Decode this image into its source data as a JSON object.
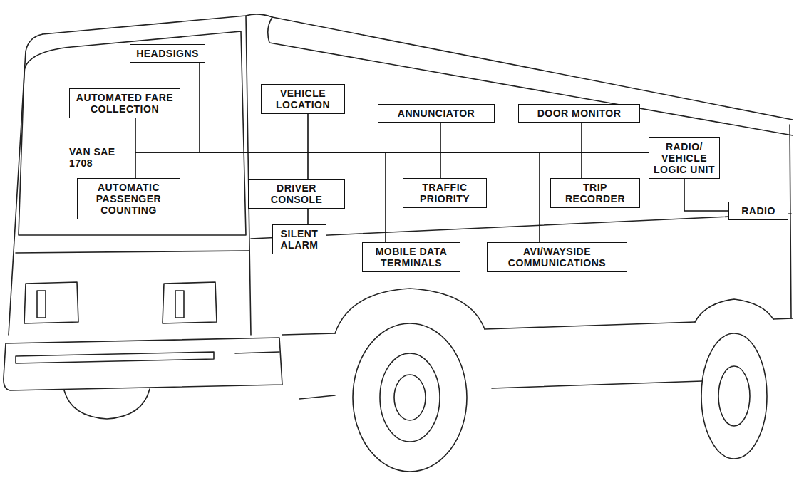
{
  "diagram": {
    "nodes": [
      {
        "text": [
          "HEADSIGNS"
        ]
      },
      {
        "text": [
          "AUTOMATED FARE COLLECTION"
        ]
      },
      {
        "text": [
          "AUTOMATIC PASSENGER COUNTING"
        ]
      },
      {
        "text": [
          "VEHICLE LOCATION"
        ]
      },
      {
        "text": [
          "DRIVER CONSOLE"
        ]
      },
      {
        "text": [
          "SILENT ALARM"
        ]
      },
      {
        "text": [
          "MOBILE DATA TERMINALS"
        ]
      },
      {
        "text": [
          "ANNUNCIATOR"
        ]
      },
      {
        "text": [
          "TRAFFIC PRIORITY"
        ]
      },
      {
        "text": [
          "DOOR MONITOR"
        ]
      },
      {
        "text": [
          "TRIP RECORDER"
        ]
      },
      {
        "text": [
          "AVI/WAYSIDE COMMUNICATIONS"
        ]
      },
      {
        "text": [
          "RADIO/ VEHICLE LOGIC UNIT"
        ]
      },
      {
        "text": [
          "RADIO"
        ]
      }
    ],
    "edges": [
      {
        "from": 0,
        "to": 12,
        "arrow": "none"
      },
      {
        "from": 1,
        "to": 12,
        "arrow": "none"
      },
      {
        "from": 2,
        "to": 12,
        "arrow": "none"
      },
      {
        "from": 3,
        "to": 12,
        "arrow": "none"
      },
      {
        "from": 4,
        "to": 12,
        "arrow": "none"
      },
      {
        "from": 4,
        "to": 5,
        "arrow": "none"
      },
      {
        "from": 6,
        "to": 12,
        "arrow": "none"
      },
      {
        "from": 7,
        "to": 12,
        "arrow": "none"
      },
      {
        "from": 8,
        "to": 12,
        "arrow": "none"
      },
      {
        "from": 9,
        "to": 12,
        "arrow": "none"
      },
      {
        "from": 10,
        "to": 12,
        "arrow": "none"
      },
      {
        "from": 11,
        "to": 12,
        "arrow": "none"
      },
      {
        "from": 12,
        "to": 13,
        "arrow": "none"
      }
    ],
    "labels": [
      "VAN SAE 1708"
    ]
  }
}
